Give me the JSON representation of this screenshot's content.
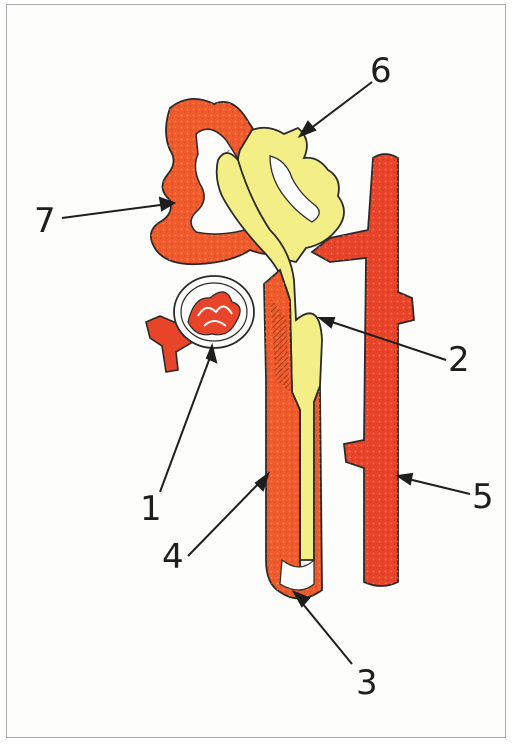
{
  "labels": [
    "1",
    "2",
    "3",
    "4",
    "5",
    "6",
    "7"
  ],
  "colors": {
    "vessel_red": "#e8442a",
    "vessel_dark": "#b92a1c",
    "tubule_orange": "#ef5b2c",
    "tubule_yellow": "#f3ef86",
    "outline": "#2a2a2a",
    "frame": "#a9a9a9"
  }
}
